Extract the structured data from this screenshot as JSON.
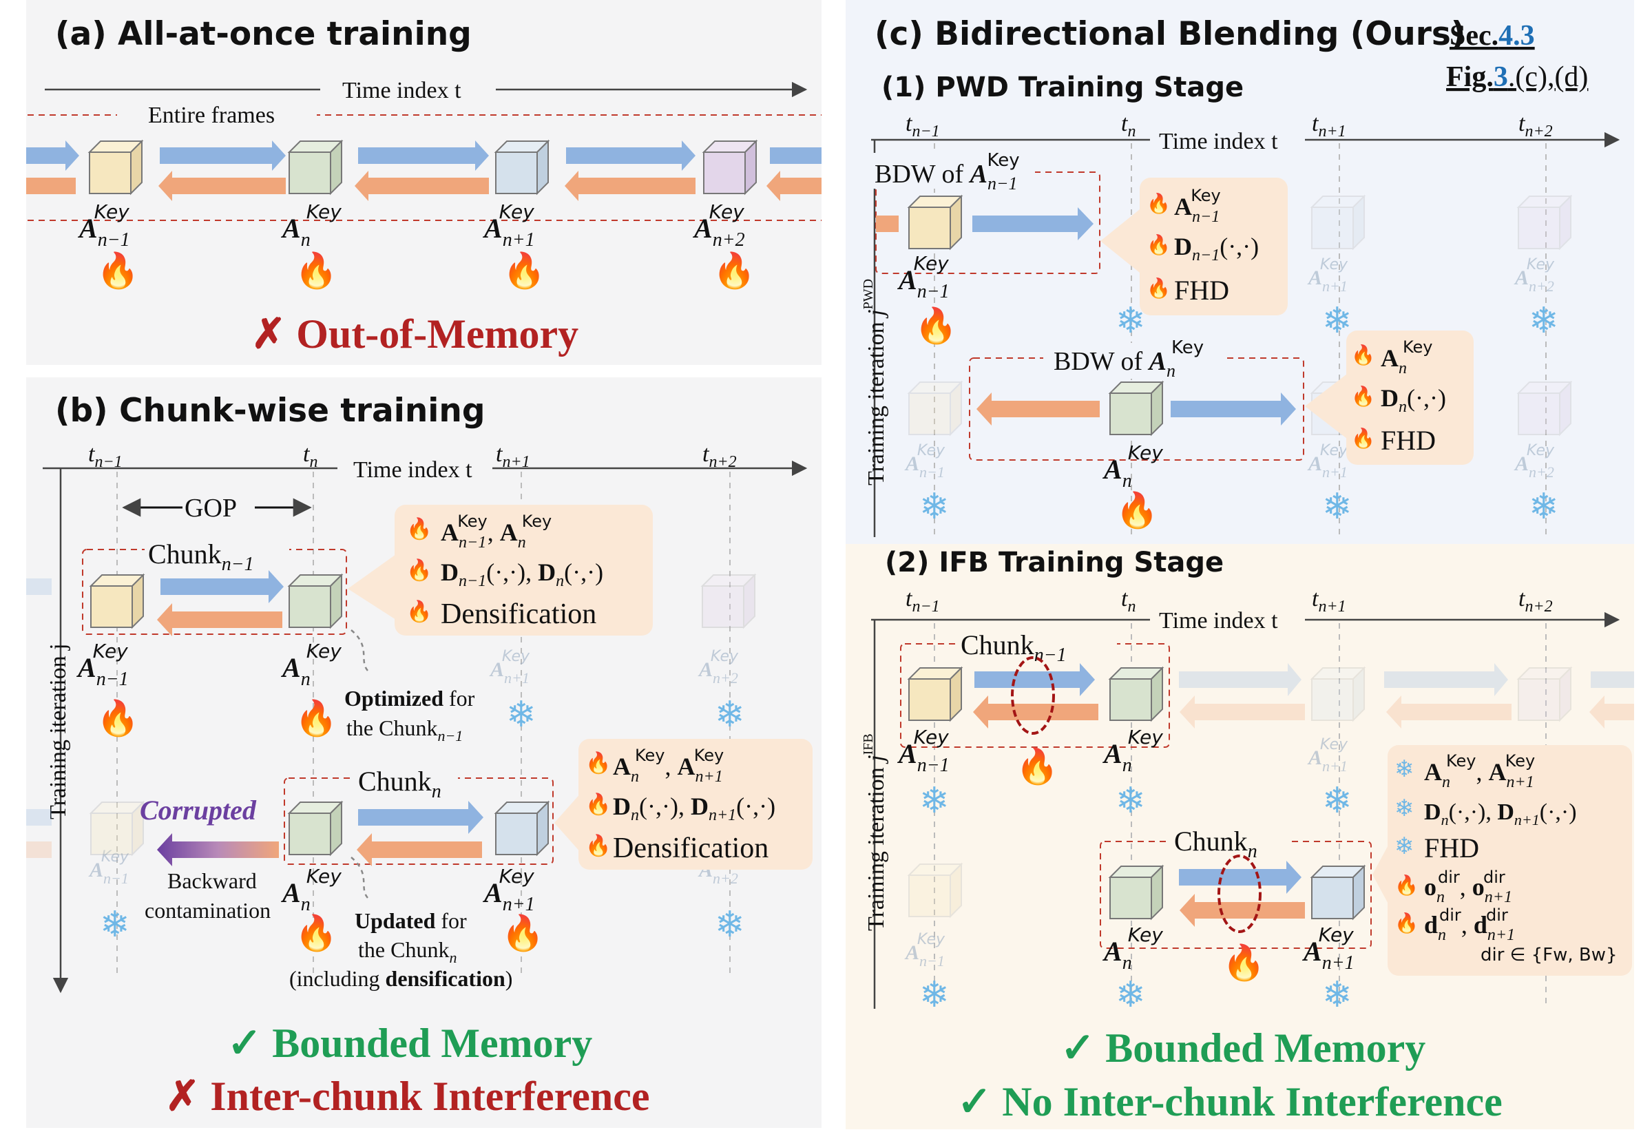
{
  "colors": {
    "panel_a_bg": "#f4f4f5",
    "panel_b_bg": "#f4f4f5",
    "panel_c_top_bg": "#f1f4fa",
    "panel_c_bottom_bg": "#fcf6ec",
    "forward_arrow": "#8fb3e0",
    "backward_arrow": "#f0a67b",
    "dashed_red": "#c0392b",
    "note_bg": "#fbe8d6",
    "fail_red": "#b22222",
    "ok_green": "#1f9d55",
    "corrupted_purple": "#6b3fa0",
    "cube_yellow": "#f6e7bf",
    "cube_green": "#d8e3cf",
    "cube_blue": "#d5e1ec",
    "cube_purple": "#e3d6ea",
    "snow": "#6fb7e6"
  },
  "icons": [
    "fire-icon",
    "snowflake-icon",
    "cross-icon",
    "check-icon",
    "cube-icon"
  ],
  "panel_a": {
    "title": "(a) All-at-once training",
    "time_axis": "Time index t",
    "frames_label": "Entire frames",
    "anchors": [
      "A_{n−1}^{Key}",
      "A_n^{Key}",
      "A_{n+1}^{Key}",
      "A_{n+2}^{Key}"
    ],
    "result": "✗  Out-of-Memory"
  },
  "panel_b": {
    "title": "(b) Chunk-wise training",
    "time_axis": "Time index t",
    "iter_axis": "Training iteration j",
    "ticks": [
      "t_{n−1}",
      "t_n",
      "t_{n+1}",
      "t_{n+2}"
    ],
    "gop": "GOP",
    "chunk1": "Chunk_{n−1}",
    "chunk2": "Chunk_n",
    "note1": [
      "A_{n−1}^{Key}, A_n^{Key}",
      "D_{n−1}(·,·), D_n(·,·)",
      "Densification"
    ],
    "note2": [
      "A_n^{Key}, A_{n+1}^{Key}",
      "D_n(·,·), D_{n+1}(·,·)",
      "Densification"
    ],
    "optimized": [
      "Optimized for",
      "the Chunk_{n−1}"
    ],
    "updated": [
      "Updated for",
      "the Chunk_n",
      "(including densification)"
    ],
    "corrupted": "Corrupted",
    "backward": [
      "Backward",
      "contamination"
    ],
    "result1": "✓ Bounded Memory",
    "result2": "✗  Inter-chunk Interference"
  },
  "panel_c": {
    "title": "(c) Bidirectional Blending (Ours)",
    "sec_ref": "Sec.4.3",
    "fig_ref": "Fig.3.(c),(d)",
    "stage1": "(1) PWD Training Stage",
    "stage2": "(2) IFB Training Stage",
    "time_axis": "Time index t",
    "iter_pwd": "Training iteration j^{PWD}",
    "iter_ifb": "Training iteration j^{IFB}",
    "ticks": [
      "t_{n−1}",
      "t_n",
      "t_{n+1}",
      "t_{n+2}"
    ],
    "bdw1": "BDW of A_{n−1}^{Key}",
    "bdw2": "BDW of A_n^{Key}",
    "pwd_note1": [
      "A_{n−1}^{Key}",
      "D_{n−1}(·,·)",
      "FHD"
    ],
    "pwd_note2": [
      "A_n^{Key}",
      "D_n(·,·)",
      "FHD"
    ],
    "chunk1": "Chunk_{n−1}",
    "chunk2": "Chunk_n",
    "ifb_note": [
      "A_n^{Key}, A_{n+1}^{Key}",
      "D_n(·,·), D_{n+1}(·,·)",
      "FHD",
      "o_n^{dir}, o_{n+1}^{dir}",
      "d_n^{dir}, d_{n+1}^{dir}",
      "dir ∈ {Fw, Bw}"
    ],
    "result1": "✓ Bounded Memory",
    "result2": "✓  No Inter-chunk Interference"
  }
}
